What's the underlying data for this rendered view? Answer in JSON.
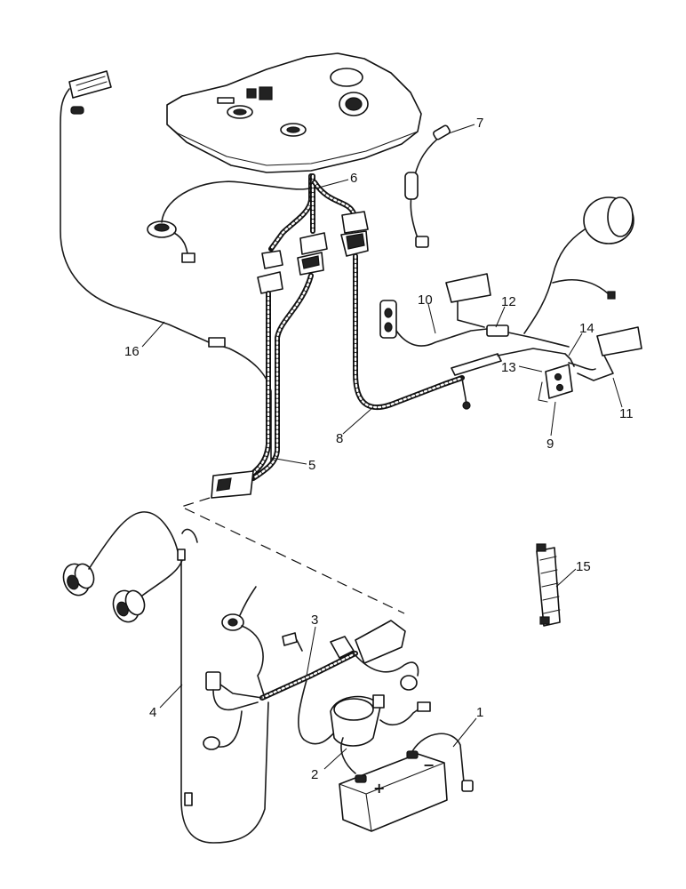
{
  "callouts": [
    {
      "id": "1",
      "label": "1"
    },
    {
      "id": "2",
      "label": "2"
    },
    {
      "id": "3",
      "label": "3"
    },
    {
      "id": "4",
      "label": "4"
    },
    {
      "id": "5",
      "label": "5"
    },
    {
      "id": "6",
      "label": "6"
    },
    {
      "id": "7",
      "label": "7"
    },
    {
      "id": "8",
      "label": "8"
    },
    {
      "id": "9",
      "label": "9"
    },
    {
      "id": "10",
      "label": "10"
    },
    {
      "id": "11",
      "label": "11"
    },
    {
      "id": "12",
      "label": "12"
    },
    {
      "id": "13",
      "label": "13"
    },
    {
      "id": "14",
      "label": "14"
    },
    {
      "id": "15",
      "label": "15"
    },
    {
      "id": "16",
      "label": "16"
    }
  ],
  "battery": {
    "plus": "+",
    "minus": "−"
  }
}
